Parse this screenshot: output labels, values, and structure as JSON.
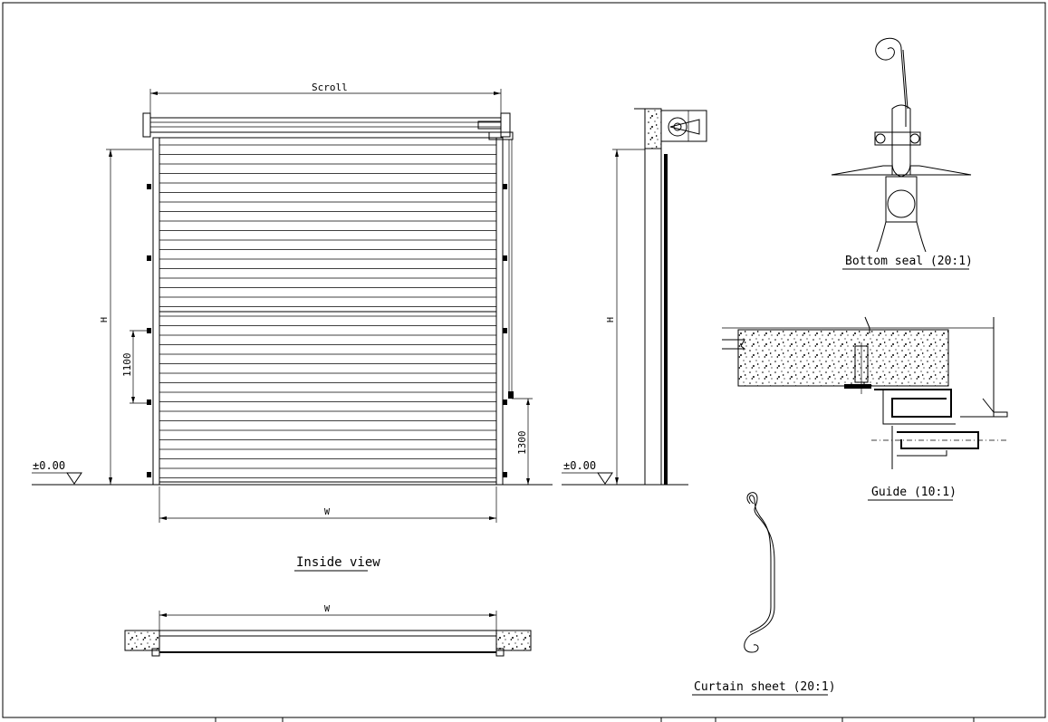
{
  "drawing": {
    "inside_view": {
      "title": "Inside view",
      "dim_scroll": "Scroll",
      "dim_height": "H",
      "dim_1100": "1100",
      "dim_1300": "1300",
      "dim_width": "W",
      "level": "±0.00"
    },
    "side_view": {
      "dim_height": "H",
      "level": "±0.00"
    },
    "plan_view": {
      "dim_width": "W"
    },
    "details": {
      "bottom_seal": "Bottom seal (20:1)",
      "guide": "Guide (10:1)",
      "curtain_sheet": "Curtain sheet (20:1)"
    }
  }
}
